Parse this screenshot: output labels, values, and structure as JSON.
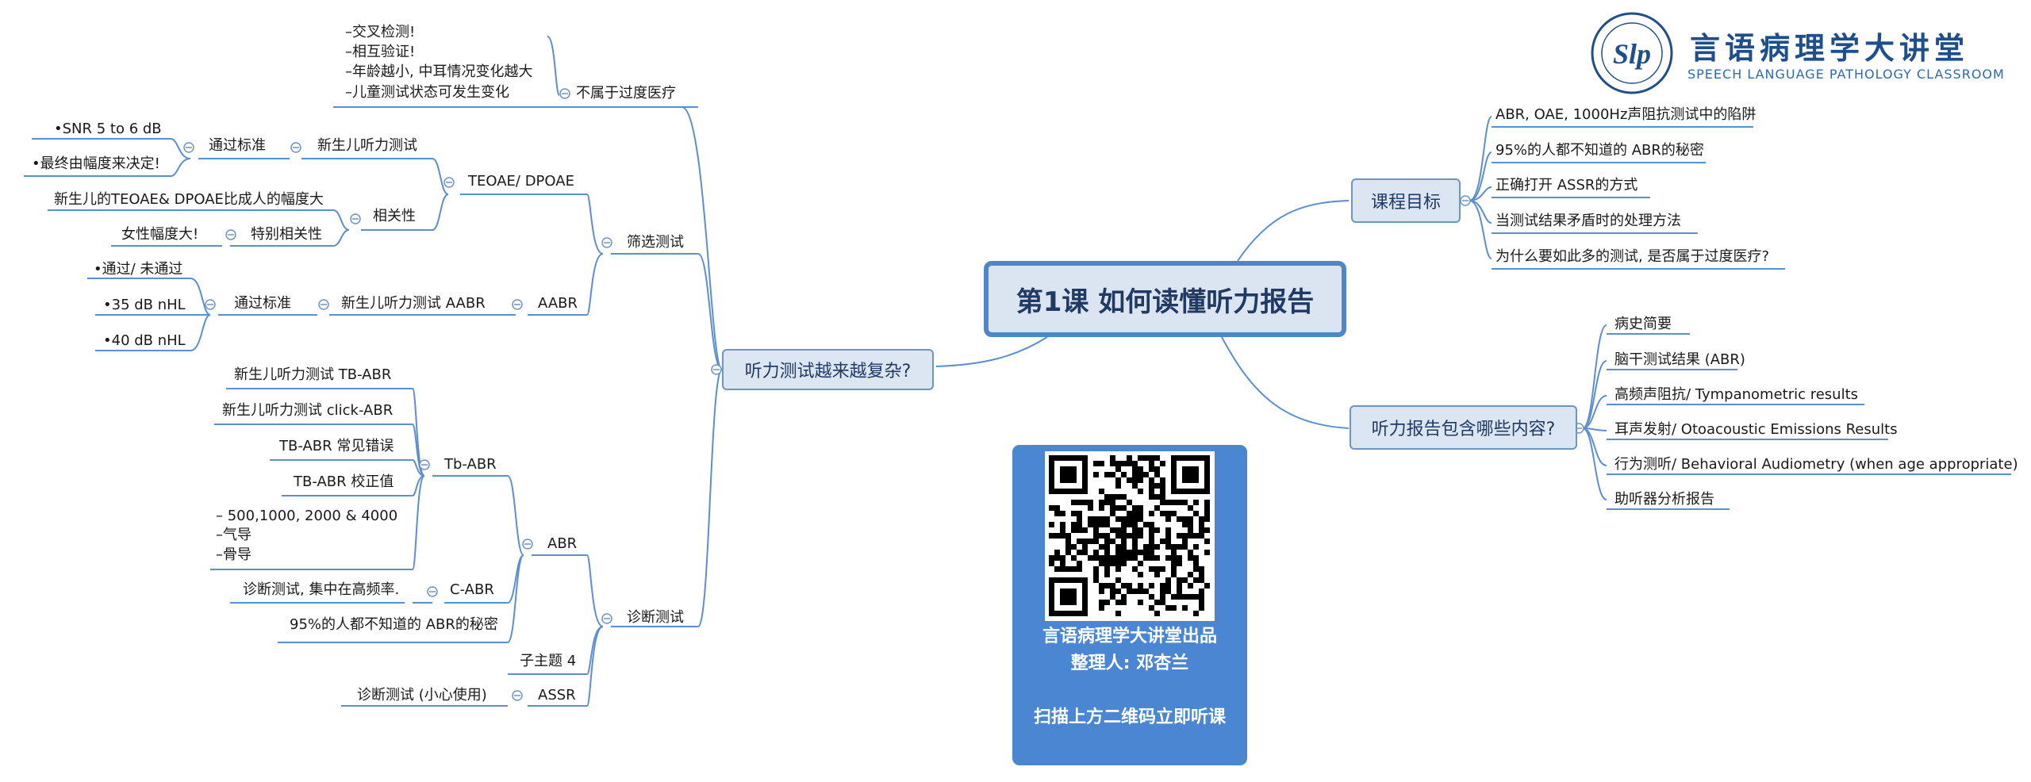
{
  "central_topic": "第1课 如何读懂听力报告",
  "branches": {
    "goals": {
      "label": "课程目标",
      "items": [
        "ABR, OAE, 1000Hz声阻抗测试中的陷阱",
        "95%的人都不知道的 ABR的秘密",
        "正确打开 ASSR的方式",
        "当测试结果矛盾时的处理方法",
        "为什么要如此多的测试, 是否属于过度医疗?"
      ]
    },
    "contents": {
      "label": "听力报告包含哪些内容?",
      "items": [
        "病史简要",
        "脑干测试结果 (ABR)",
        "高频声阻抗/ Tympanometric results",
        "耳声发射/ Otoacoustic Emissions Results",
        "行为测听/ Behavioral Audiometry (when age appropriate)",
        "助听器分析报告"
      ]
    },
    "complexity": {
      "label": "听力测试越来越复杂?",
      "not_overtreatment": {
        "label": "不属于过度医疗",
        "notes": [
          "–交叉检测!",
          "–相互验证!",
          "–年龄越小, 中耳情况变化越大",
          "–儿童测试状态可发生变化"
        ]
      },
      "screening": {
        "label": "筛选测试",
        "teoae": {
          "label": "TEOAE/ DPOAE",
          "newborn": "新生儿听力测试",
          "criteria": "通过标准",
          "criteria_items": [
            "•SNR 5 to 6 dB",
            "•最终由幅度来决定!"
          ],
          "correlation": "相关性",
          "correlation_item": "新生儿的TEOAE& DPOAE比成人的幅度大",
          "special": "特别相关性",
          "special_item": "女性幅度大!"
        },
        "aabr": {
          "label": "AABR",
          "newborn": "新生儿听力测试 AABR",
          "criteria": "通过标准",
          "criteria_items": [
            "•通过/ 未通过",
            "•35 dB nHL",
            "•40 dB nHL"
          ]
        }
      },
      "diagnostic": {
        "label": "诊断测试",
        "abr": {
          "label": "ABR",
          "tb_abr": {
            "label": "Tb-ABR",
            "items": [
              "新生儿听力测试 TB-ABR",
              "新生儿听力测试 click-ABR",
              "TB-ABR 常见错误",
              "TB-ABR 校正值"
            ],
            "freq_notes": [
              "– 500,1000, 2000 & 4000",
              "–气导",
              "–骨导"
            ]
          },
          "c_abr": {
            "label": "C-ABR",
            "item": "诊断测试, 集中在高频率."
          },
          "secret": "95%的人都不知道的 ABR的秘密"
        },
        "subtopic": "子主题 4",
        "assr": {
          "label": "ASSR",
          "item": "诊断测试 (小心使用)"
        }
      }
    }
  },
  "qr_card": {
    "line1": "言语病理学大讲堂出品",
    "line2": "整理人: 邓杏兰",
    "line3": "扫描上方二维码立即听课"
  },
  "logo": {
    "mark_text": "Slp",
    "title": "言语病理学大讲堂",
    "subtitle": "SPEECH LANGUAGE PATHOLOGY CLASSROOM"
  },
  "colors": {
    "line": "#5b8fcf",
    "box_fill": "#dce6f2",
    "central_border": "#4e86c8",
    "qr_bg": "#4a86d1",
    "brand": "#1e4e8c"
  }
}
